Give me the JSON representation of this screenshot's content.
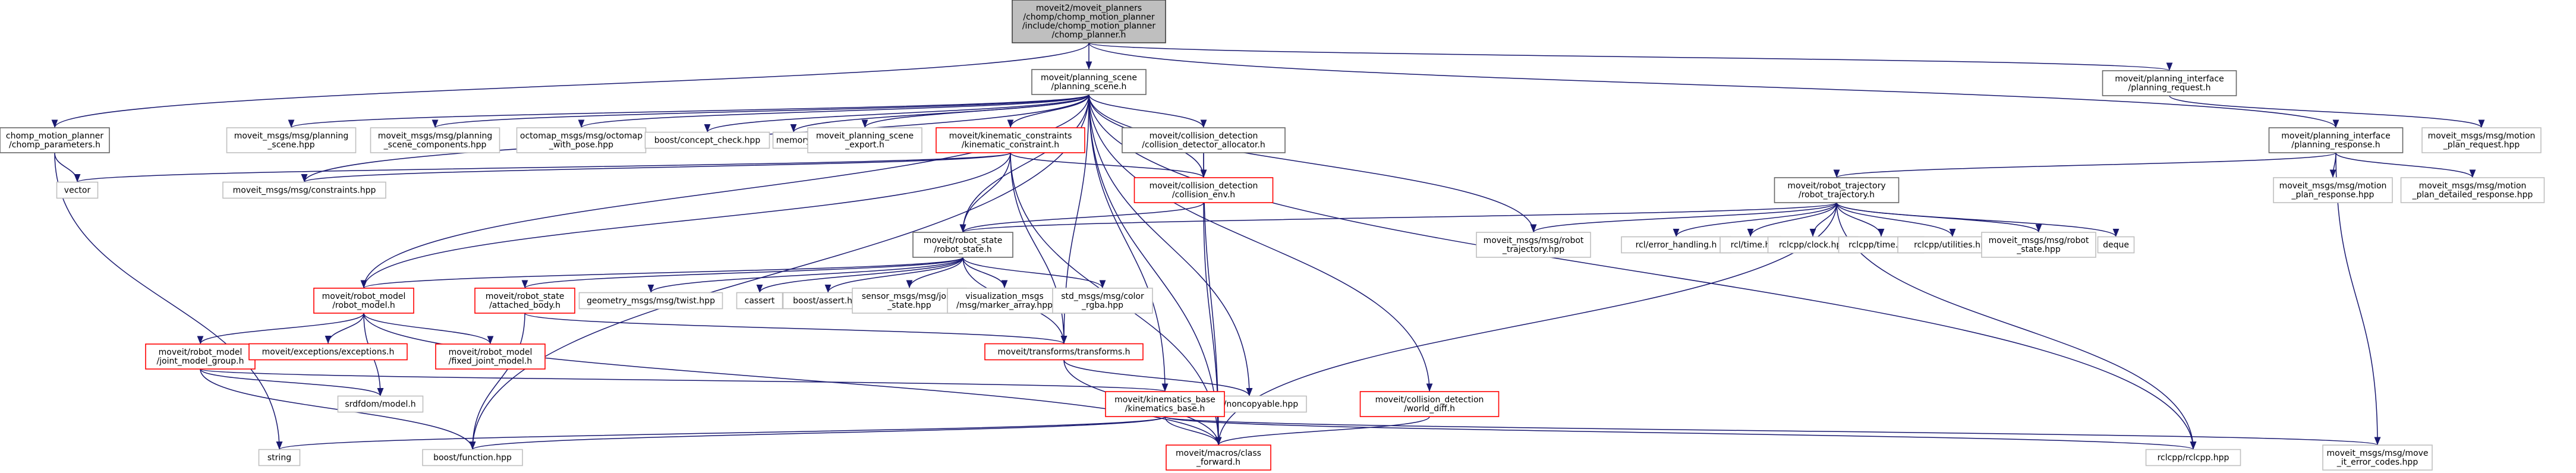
{
  "graph": {
    "colors": {
      "edge": "#191970",
      "root_fill": "#bfbfbf",
      "root_border": "#404040",
      "linked_border": "#666666",
      "external_border": "#bfbfbf",
      "truncated_border": "#ff0000"
    },
    "nodes": [
      {
        "id": "root",
        "kind": "root",
        "lines": [
          "moveit2/moveit_planners",
          "/chomp/chomp_motion_planner",
          "/include/chomp_motion_planner",
          "/chomp_planner.h"
        ]
      },
      {
        "id": "planning_scene",
        "kind": "lnk",
        "lines": [
          "moveit/planning_scene",
          "/planning_scene.h"
        ]
      },
      {
        "id": "planning_request",
        "kind": "lnk",
        "lines": [
          "moveit/planning_interface",
          "/planning_request.h"
        ]
      },
      {
        "id": "chomp_parameters",
        "kind": "lnk",
        "lines": [
          "chomp_motion_planner",
          "/chomp_parameters.h"
        ]
      },
      {
        "id": "planning_response",
        "kind": "lnk",
        "lines": [
          "moveit/planning_interface",
          "/planning_response.h"
        ]
      },
      {
        "id": "motion_plan_request",
        "kind": "ext",
        "lines": [
          "moveit_msgs/msg/motion",
          "_plan_request.hpp"
        ]
      },
      {
        "id": "msgs_planning_scene",
        "kind": "ext",
        "lines": [
          "moveit_msgs/msg/planning",
          "_scene.hpp"
        ]
      },
      {
        "id": "msgs_planning_scene_components",
        "kind": "ext",
        "lines": [
          "moveit_msgs/msg/planning",
          "_scene_components.hpp"
        ]
      },
      {
        "id": "octomap_with_pose",
        "kind": "ext",
        "lines": [
          "octomap_msgs/msg/octomap",
          "_with_pose.hpp"
        ]
      },
      {
        "id": "concept_check",
        "kind": "ext",
        "lines": [
          "boost/concept_check.hpp"
        ]
      },
      {
        "id": "memory",
        "kind": "ext",
        "lines": [
          "memory"
        ]
      },
      {
        "id": "scene_export",
        "kind": "ext",
        "lines": [
          "moveit_planning_scene",
          "_export.h"
        ]
      },
      {
        "id": "kinematic_constraint",
        "kind": "red",
        "lines": [
          "moveit/kinematic_constraints",
          "/kinematic_constraint.h"
        ]
      },
      {
        "id": "collision_detector_allocator",
        "kind": "lnk",
        "lines": [
          "moveit/collision_detection",
          "/collision_detector_allocator.h"
        ]
      },
      {
        "id": "robot_trajectory",
        "kind": "lnk",
        "lines": [
          "moveit/robot_trajectory",
          "/robot_trajectory.h"
        ]
      },
      {
        "id": "motion_plan_response",
        "kind": "ext",
        "lines": [
          "moveit_msgs/msg/motion",
          "_plan_response.hpp"
        ]
      },
      {
        "id": "motion_plan_detailed_response",
        "kind": "ext",
        "lines": [
          "moveit_msgs/msg/motion",
          "_plan_detailed_response.hpp"
        ]
      },
      {
        "id": "vector",
        "kind": "ext",
        "lines": [
          "vector"
        ]
      },
      {
        "id": "constraints",
        "kind": "ext",
        "lines": [
          "moveit_msgs/msg/constraints.hpp"
        ]
      },
      {
        "id": "collision_env",
        "kind": "red",
        "lines": [
          "moveit/collision_detection",
          "/collision_env.h"
        ]
      },
      {
        "id": "robot_state",
        "kind": "lnk",
        "lines": [
          "moveit/robot_state",
          "/robot_state.h"
        ]
      },
      {
        "id": "robot_trajectory_msg",
        "kind": "ext",
        "lines": [
          "moveit_msgs/msg/robot",
          "_trajectory.hpp"
        ]
      },
      {
        "id": "rcl_error_handling",
        "kind": "ext",
        "lines": [
          "rcl/error_handling.h"
        ]
      },
      {
        "id": "rcl_time",
        "kind": "ext",
        "lines": [
          "rcl/time.h"
        ]
      },
      {
        "id": "rclcpp_clock",
        "kind": "ext",
        "lines": [
          "rclcpp/clock.hpp"
        ]
      },
      {
        "id": "rclcpp_time",
        "kind": "ext",
        "lines": [
          "rclcpp/time.hpp"
        ]
      },
      {
        "id": "rclcpp_utilities",
        "kind": "ext",
        "lines": [
          "rclcpp/utilities.hpp"
        ]
      },
      {
        "id": "robot_state_msg",
        "kind": "ext",
        "lines": [
          "moveit_msgs/msg/robot",
          "_state.hpp"
        ]
      },
      {
        "id": "deque",
        "kind": "ext",
        "lines": [
          "deque"
        ]
      },
      {
        "id": "robot_model",
        "kind": "red",
        "lines": [
          "moveit/robot_model",
          "/robot_model.h"
        ]
      },
      {
        "id": "attached_body",
        "kind": "red",
        "lines": [
          "moveit/robot_state",
          "/attached_body.h"
        ]
      },
      {
        "id": "twist",
        "kind": "ext",
        "lines": [
          "geometry_msgs/msg/twist.hpp"
        ]
      },
      {
        "id": "cassert",
        "kind": "ext",
        "lines": [
          "cassert"
        ]
      },
      {
        "id": "boost_assert",
        "kind": "ext",
        "lines": [
          "boost/assert.hpp"
        ]
      },
      {
        "id": "joint_state",
        "kind": "ext",
        "lines": [
          "sensor_msgs/msg/joint",
          "_state.hpp"
        ]
      },
      {
        "id": "marker_array",
        "kind": "ext",
        "lines": [
          "visualization_msgs",
          "/msg/marker_array.hpp"
        ]
      },
      {
        "id": "color_rgba",
        "kind": "ext",
        "lines": [
          "std_msgs/msg/color",
          "_rgba.hpp"
        ]
      },
      {
        "id": "joint_model_group",
        "kind": "red",
        "lines": [
          "moveit/robot_model",
          "/joint_model_group.h"
        ]
      },
      {
        "id": "exceptions",
        "kind": "red",
        "lines": [
          "moveit/exceptions/exceptions.h"
        ]
      },
      {
        "id": "fixed_joint_model",
        "kind": "red",
        "lines": [
          "moveit/robot_model",
          "/fixed_joint_model.h"
        ]
      },
      {
        "id": "transforms",
        "kind": "red",
        "lines": [
          "moveit/transforms/transforms.h"
        ]
      },
      {
        "id": "srdfdom_model",
        "kind": "ext",
        "lines": [
          "srdfdom/model.h"
        ]
      },
      {
        "id": "noncopyable",
        "kind": "ext",
        "lines": [
          "boost/noncopyable.hpp"
        ]
      },
      {
        "id": "kinematics_base",
        "kind": "red",
        "lines": [
          "moveit/kinematics_base",
          "/kinematics_base.h"
        ]
      },
      {
        "id": "world_diff",
        "kind": "red",
        "lines": [
          "moveit/collision_detection",
          "/world_diff.h"
        ]
      },
      {
        "id": "string",
        "kind": "ext",
        "lines": [
          "string"
        ]
      },
      {
        "id": "boost_function",
        "kind": "ext",
        "lines": [
          "boost/function.hpp"
        ]
      },
      {
        "id": "class_forward",
        "kind": "red",
        "lines": [
          "moveit/macros/class",
          "_forward.h"
        ]
      },
      {
        "id": "rclcpp",
        "kind": "ext",
        "lines": [
          "rclcpp/rclcpp.hpp"
        ]
      },
      {
        "id": "move_it_error_codes",
        "kind": "ext",
        "lines": [
          "moveit_msgs/msg/move",
          "_it_error_codes.hpp"
        ]
      }
    ],
    "edges": [
      [
        "root",
        "planning_scene"
      ],
      [
        "root",
        "planning_request"
      ],
      [
        "root",
        "chomp_parameters"
      ],
      [
        "root",
        "planning_response"
      ],
      [
        "planning_request",
        "motion_plan_request"
      ],
      [
        "chomp_parameters",
        "vector"
      ],
      [
        "chomp_parameters",
        "string"
      ],
      [
        "planning_response",
        "robot_trajectory"
      ],
      [
        "planning_response",
        "motion_plan_response"
      ],
      [
        "planning_response",
        "motion_plan_detailed_response"
      ],
      [
        "planning_response",
        "move_it_error_codes"
      ],
      [
        "planning_scene",
        "msgs_planning_scene"
      ],
      [
        "planning_scene",
        "msgs_planning_scene_components"
      ],
      [
        "planning_scene",
        "octomap_with_pose"
      ],
      [
        "planning_scene",
        "concept_check"
      ],
      [
        "planning_scene",
        "memory"
      ],
      [
        "planning_scene",
        "scene_export"
      ],
      [
        "planning_scene",
        "kinematic_constraint"
      ],
      [
        "planning_scene",
        "collision_detector_allocator"
      ],
      [
        "planning_scene",
        "collision_env"
      ],
      [
        "planning_scene",
        "robot_state"
      ],
      [
        "planning_scene",
        "robot_model"
      ],
      [
        "planning_scene",
        "transforms"
      ],
      [
        "planning_scene",
        "kinematics_base"
      ],
      [
        "planning_scene",
        "world_diff"
      ],
      [
        "planning_scene",
        "noncopyable"
      ],
      [
        "planning_scene",
        "class_forward"
      ],
      [
        "planning_scene",
        "boost_function"
      ],
      [
        "planning_scene",
        "rclcpp"
      ],
      [
        "planning_scene",
        "robot_trajectory_msg"
      ],
      [
        "planning_scene",
        "constraints"
      ],
      [
        "kinematic_constraint",
        "vector"
      ],
      [
        "kinematic_constraint",
        "constraints"
      ],
      [
        "kinematic_constraint",
        "robot_model"
      ],
      [
        "kinematic_constraint",
        "robot_state"
      ],
      [
        "kinematic_constraint",
        "collision_env"
      ],
      [
        "kinematic_constraint",
        "transforms"
      ],
      [
        "kinematic_constraint",
        "class_forward"
      ],
      [
        "collision_detector_allocator",
        "collision_env"
      ],
      [
        "collision_detector_allocator",
        "class_forward"
      ],
      [
        "collision_env",
        "robot_state"
      ],
      [
        "collision_env",
        "class_forward"
      ],
      [
        "robot_trajectory",
        "robot_state"
      ],
      [
        "robot_trajectory",
        "robot_trajectory_msg"
      ],
      [
        "robot_trajectory",
        "rcl_error_handling"
      ],
      [
        "robot_trajectory",
        "rcl_time"
      ],
      [
        "robot_trajectory",
        "rclcpp_clock"
      ],
      [
        "robot_trajectory",
        "rclcpp_time"
      ],
      [
        "robot_trajectory",
        "rclcpp_utilities"
      ],
      [
        "robot_trajectory",
        "robot_state_msg"
      ],
      [
        "robot_trajectory",
        "deque"
      ],
      [
        "robot_trajectory",
        "rclcpp"
      ],
      [
        "robot_trajectory",
        "class_forward"
      ],
      [
        "robot_state",
        "robot_model"
      ],
      [
        "robot_state",
        "attached_body"
      ],
      [
        "robot_state",
        "twist"
      ],
      [
        "robot_state",
        "cassert"
      ],
      [
        "robot_state",
        "boost_assert"
      ],
      [
        "robot_state",
        "joint_state"
      ],
      [
        "robot_state",
        "marker_array"
      ],
      [
        "robot_state",
        "color_rgba"
      ],
      [
        "robot_state",
        "transforms"
      ],
      [
        "robot_model",
        "joint_model_group"
      ],
      [
        "robot_model",
        "exceptions"
      ],
      [
        "robot_model",
        "fixed_joint_model"
      ],
      [
        "robot_model",
        "srdfdom_model"
      ],
      [
        "robot_model",
        "class_forward"
      ],
      [
        "attached_body",
        "transforms"
      ],
      [
        "attached_body",
        "boost_function"
      ],
      [
        "joint_model_group",
        "kinematics_base"
      ],
      [
        "joint_model_group",
        "srdfdom_model"
      ],
      [
        "joint_model_group",
        "boost_function"
      ],
      [
        "transforms",
        "noncopyable"
      ],
      [
        "transforms",
        "class_forward"
      ],
      [
        "kinematics_base",
        "string"
      ],
      [
        "kinematics_base",
        "boost_function"
      ],
      [
        "kinematics_base",
        "class_forward"
      ],
      [
        "kinematics_base",
        "rclcpp"
      ],
      [
        "kinematics_base",
        "move_it_error_codes"
      ],
      [
        "world_diff",
        "class_forward"
      ]
    ]
  }
}
